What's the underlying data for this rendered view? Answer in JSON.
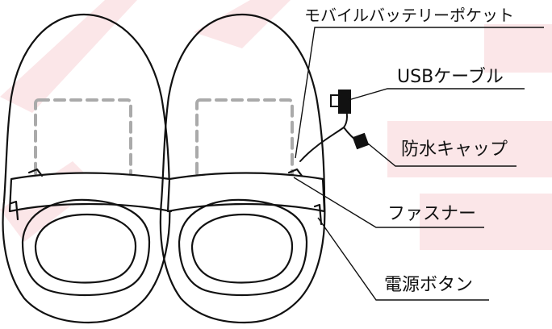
{
  "colors": {
    "background": "#ffffff",
    "watermark": "#fbe6e8",
    "outline": "#111111",
    "dashed_outline": "#aaaaaa",
    "text": "#111111"
  },
  "callouts": {
    "battery_pocket": "モバイルバッテリーポケット",
    "usb_cable": "USBケーブル",
    "waterproof_cap": "防水キャップ",
    "fastener": "ファスナー",
    "power_button": "電源ボタン"
  }
}
